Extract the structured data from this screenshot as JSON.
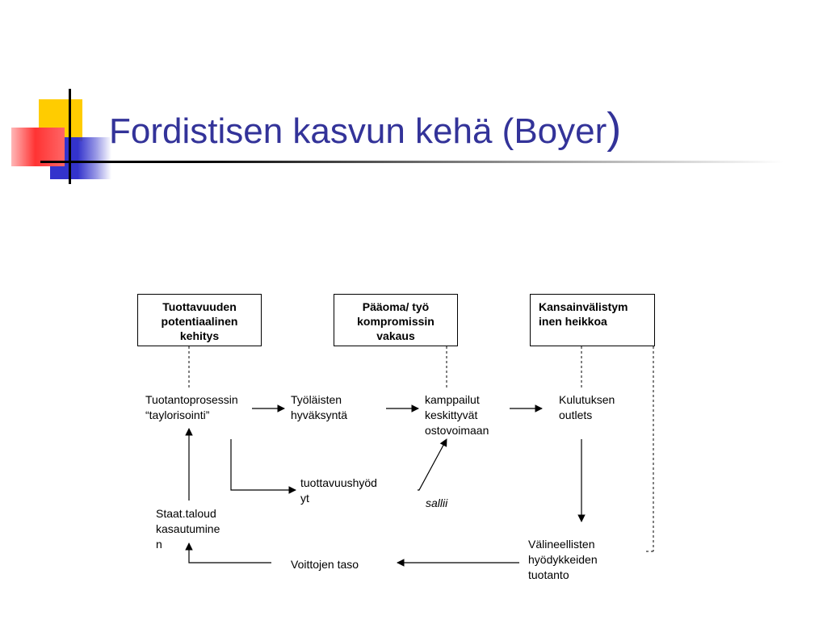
{
  "title": {
    "text": "Fordistisen kasvun kehä (Boyer",
    "close_paren": ")"
  },
  "colors": {
    "title": "#333399",
    "logo_yellow": "#ffcc00",
    "logo_red": "#ff3333",
    "logo_blue": "#3333cc"
  },
  "boxes": {
    "productivity": "Tuottavuuden potentiaalinen kehitys",
    "capital_labour": "Pääoma/ työ kompromissin vakaus",
    "internationalization": "Kansainvälistym inen heikkoa"
  },
  "nodes": {
    "production_process": "Tuotantoprosessin\n“taylorisointi”",
    "worker_acceptance": "Työläisten\nhyväksyntä",
    "wage_bargaining": "kamppailut\nkeskittyvät\nostovoimaan",
    "consumption": "Kulutuksen\noutlets",
    "productivity_gains": "tuottavuushyöd\nyt",
    "allows": "sallii",
    "accumulation": "Staat.taloud\nkasautumine\nn",
    "intermediate_goods": "Välineellisten\nhyödykkeiden\ntuotanto",
    "profit_level": "Voittojen taso"
  }
}
